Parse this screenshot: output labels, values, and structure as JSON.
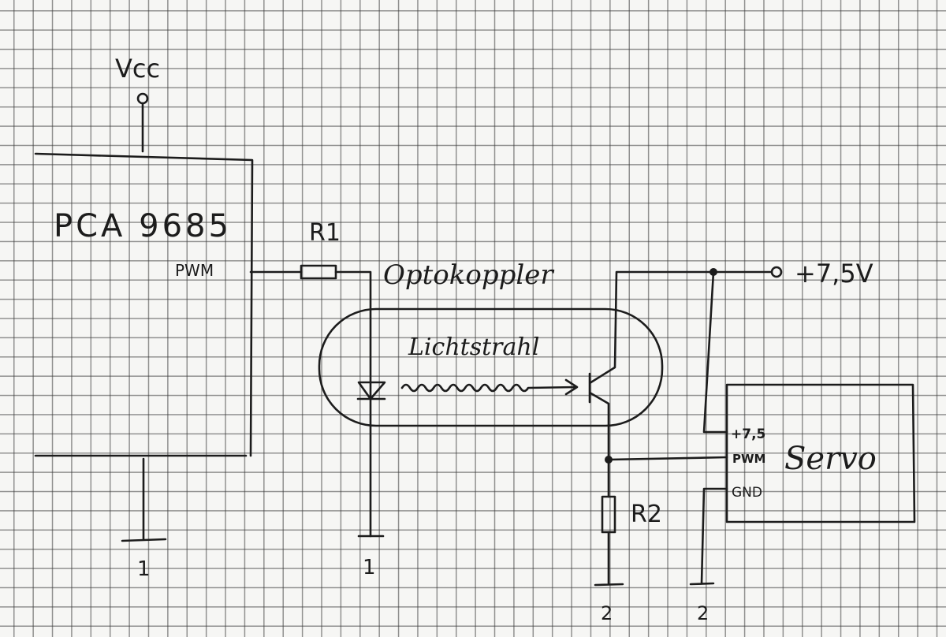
{
  "labels": {
    "vcc": "Vcc",
    "chip": "PCA 9685",
    "chip_pwm": "PWM",
    "r1": "R1",
    "optocoupler": "Optokoppler",
    "light_beam": "Lichtstrahl",
    "supply": "+7,5V",
    "r2": "R2",
    "servo": "Servo",
    "servo_pins": [
      "+7,5",
      "PWM",
      "GND"
    ],
    "ground_1a": "1",
    "ground_1b": "1",
    "ground_2a": "2",
    "ground_2b": "2"
  },
  "colors": {
    "ink": "#1c1c1c",
    "paper": "#f6f6f4",
    "grid": "#3c3c3c"
  }
}
